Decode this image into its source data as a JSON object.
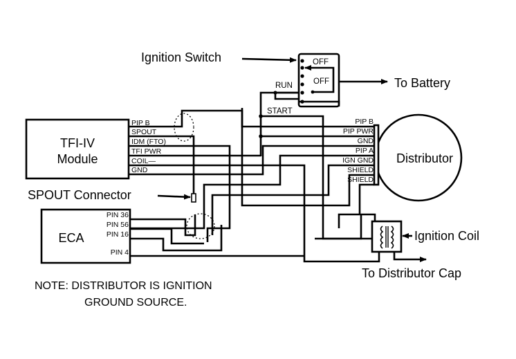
{
  "diagram": {
    "colors": {
      "ink": "#000000",
      "background": "#ffffff"
    },
    "labels": {
      "ignition_switch": "Ignition Switch",
      "to_battery": "To Battery",
      "tfi_module_line1": "TFI-IV",
      "tfi_module_line2": "Module",
      "distributor": "Distributor",
      "spout_connector": "SPOUT Connector",
      "eca": "ECA",
      "ignition_coil": "Ignition Coil",
      "to_distributor_cap": "To Distributor Cap",
      "note_line1": "NOTE: DISTRIBUTOR IS IGNITION",
      "note_line2": "GROUND SOURCE."
    },
    "switch_positions": {
      "off_top": "OFF",
      "off_mid": "OFF",
      "run": "RUN",
      "start": "START"
    },
    "tfi_pins": [
      "PIP B",
      "SPOUT",
      "IDM (FTO)",
      "TFI PWR",
      "COIL—",
      "GND"
    ],
    "distributor_pins": [
      "PIP B",
      "PIP PWR",
      "GND",
      "PIP A",
      "IGN GND",
      "SHIELD",
      "SHIELD"
    ],
    "eca_pins": [
      "PIN 36",
      "PIN 56",
      "PIN 16",
      "PIN 4"
    ]
  }
}
